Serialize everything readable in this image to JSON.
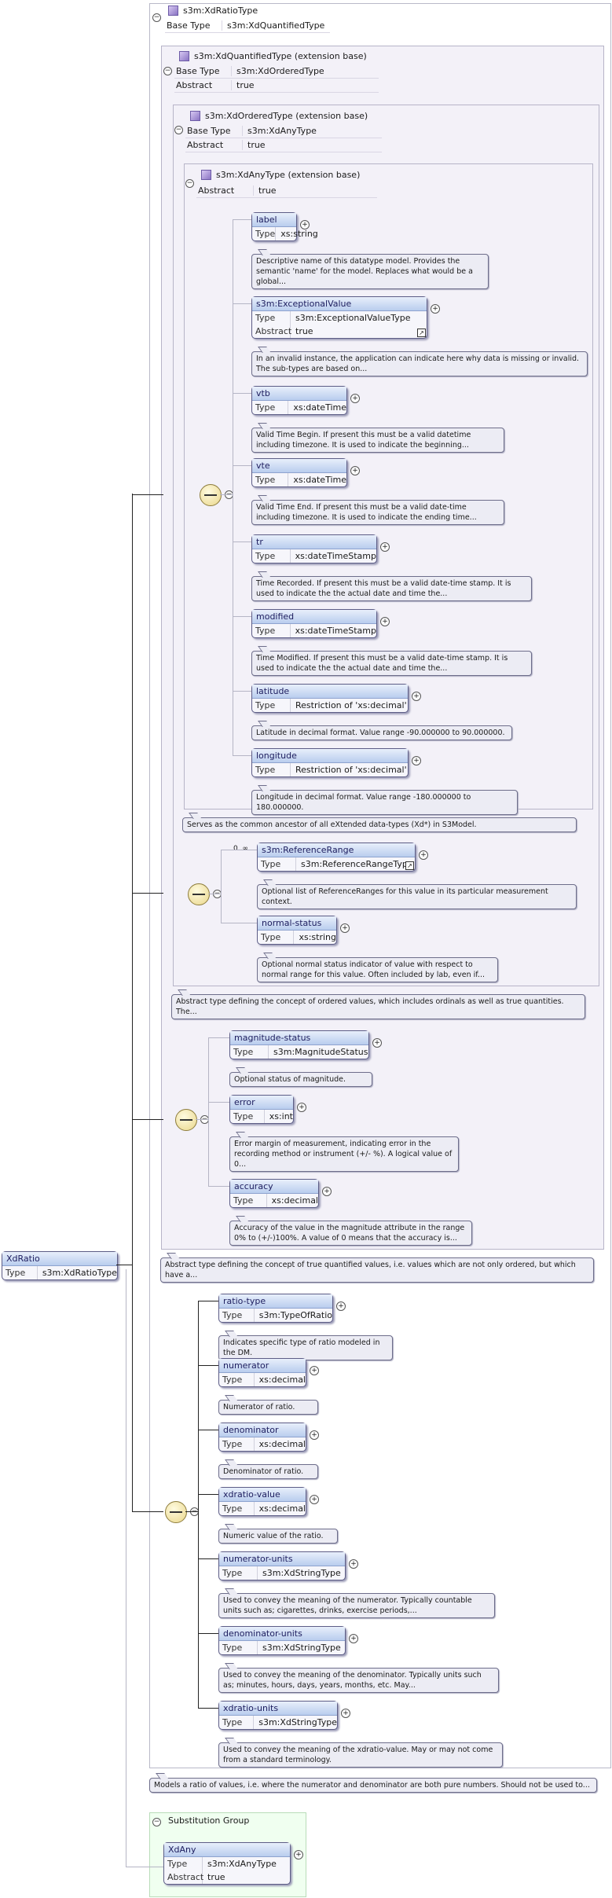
{
  "root": {
    "name": "XdRatio",
    "type_key": "Type",
    "type": "s3m:XdRatioType"
  },
  "ratio_type": {
    "title": "s3m:XdRatioType",
    "base_key": "Base Type",
    "base": "s3m:XdQuantifiedType",
    "note": "Models a ratio of values, i.e. where the numerator and denominator are both pure numbers. Should not be used to..."
  },
  "quantified": {
    "title": "s3m:XdQuantifiedType (extension base)",
    "base_key": "Base Type",
    "base": "s3m:XdOrderedType",
    "abstract_key": "Abstract",
    "abstract": "true",
    "note": "Abstract type defining the concept of true quantified values, i.e. values which are not only ordered, but which have a..."
  },
  "ordered": {
    "title": "s3m:XdOrderedType (extension base)",
    "base_key": "Base Type",
    "base": "s3m:XdAnyType",
    "abstract_key": "Abstract",
    "abstract": "true",
    "note": "Abstract type defining the concept of ordered values, which includes ordinals as well as true quantities. The..."
  },
  "anytype": {
    "title": "s3m:XdAnyType (extension base)",
    "abstract_key": "Abstract",
    "abstract": "true",
    "note": "Serves as the common ancestor of all eXtended data-types (Xd*) in S3Model."
  },
  "any_elements": [
    {
      "name": "label",
      "rows": [
        {
          "k": "Type",
          "v": "xs:string"
        }
      ],
      "note": "Descriptive name of this datatype model. Provides the semantic 'name' for the model. Replaces what would be a global..."
    },
    {
      "name": "s3m:ExceptionalValue",
      "rows": [
        {
          "k": "Type",
          "v": "s3m:ExceptionalValueType"
        },
        {
          "k": "Abstract",
          "v": "true"
        }
      ],
      "note": "In an invalid instance, the application can indicate here why data is missing or invalid. The sub-types are based on..."
    },
    {
      "name": "vtb",
      "rows": [
        {
          "k": "Type",
          "v": "xs:dateTime"
        }
      ],
      "note": "Valid Time Begin. If present this must be a valid datetime including timezone. It is used to indicate the beginning..."
    },
    {
      "name": "vte",
      "rows": [
        {
          "k": "Type",
          "v": "xs:dateTime"
        }
      ],
      "note": "Valid Time End. If present this must be a valid date-time including timezone. It is used to indicate the ending time..."
    },
    {
      "name": "tr",
      "rows": [
        {
          "k": "Type",
          "v": "xs:dateTimeStamp"
        }
      ],
      "note": "Time Recorded. If present this must be a valid date-time stamp. It is used to indicate the the actual date and time the..."
    },
    {
      "name": "modified",
      "rows": [
        {
          "k": "Type",
          "v": "xs:dateTimeStamp"
        }
      ],
      "note": "Time Modified. If present this must be a valid date-time stamp. It is used to indicate the the actual date and time the..."
    },
    {
      "name": "latitude",
      "rows": [
        {
          "k": "Type",
          "v": "Restriction of 'xs:decimal'"
        }
      ],
      "note": "Latitude in decimal format. Value range -90.000000 to 90.000000."
    },
    {
      "name": "longitude",
      "rows": [
        {
          "k": "Type",
          "v": "Restriction of 'xs:decimal'"
        }
      ],
      "note": "Longitude in decimal format. Value range -180.000000 to 180.000000."
    }
  ],
  "ordered_elements": [
    {
      "name": "s3m:ReferenceRange",
      "card": "0..∞",
      "rows": [
        {
          "k": "Type",
          "v": "s3m:ReferenceRangeType"
        }
      ],
      "note": "Optional list of ReferenceRanges for this value in its particular measurement context."
    },
    {
      "name": "normal-status",
      "rows": [
        {
          "k": "Type",
          "v": "xs:string"
        }
      ],
      "note": "Optional normal status indicator of value with respect to normal range for this value. Often included by lab, even if..."
    }
  ],
  "quantified_elements": [
    {
      "name": "magnitude-status",
      "rows": [
        {
          "k": "Type",
          "v": "s3m:MagnitudeStatus"
        }
      ],
      "note": "Optional status of magnitude."
    },
    {
      "name": "error",
      "rows": [
        {
          "k": "Type",
          "v": "xs:int"
        }
      ],
      "note": "Error margin of measurement, indicating error in the recording method or instrument (+/- %). A logical value of 0..."
    },
    {
      "name": "accuracy",
      "rows": [
        {
          "k": "Type",
          "v": "xs:decimal"
        }
      ],
      "note": "Accuracy of the value in the magnitude attribute in the range 0% to (+/-)100%. A value of 0 means that the accuracy is..."
    }
  ],
  "ratio_elements": [
    {
      "name": "ratio-type",
      "rows": [
        {
          "k": "Type",
          "v": "s3m:TypeOfRatio"
        }
      ],
      "note": "Indicates specific type of ratio modeled in the DM."
    },
    {
      "name": "numerator",
      "rows": [
        {
          "k": "Type",
          "v": "xs:decimal"
        }
      ],
      "note": "Numerator of ratio."
    },
    {
      "name": "denominator",
      "rows": [
        {
          "k": "Type",
          "v": "xs:decimal"
        }
      ],
      "note": "Denominator of ratio."
    },
    {
      "name": "xdratio-value",
      "rows": [
        {
          "k": "Type",
          "v": "xs:decimal"
        }
      ],
      "note": "Numeric value of the ratio."
    },
    {
      "name": "numerator-units",
      "rows": [
        {
          "k": "Type",
          "v": "s3m:XdStringType"
        }
      ],
      "note": "Used to convey the meaning of the numerator. Typically countable units such as; cigarettes, drinks, exercise periods,..."
    },
    {
      "name": "denominator-units",
      "rows": [
        {
          "k": "Type",
          "v": "s3m:XdStringType"
        }
      ],
      "note": "Used to convey the meaning of the denominator. Typically units such as; minutes, hours, days, years, months, etc. May..."
    },
    {
      "name": "xdratio-units",
      "rows": [
        {
          "k": "Type",
          "v": "s3m:XdStringType"
        }
      ],
      "note": "Used to convey the meaning of the xdratio-value. May or may not come from a standard terminology."
    }
  ],
  "substitution": {
    "title": "Substitution Group",
    "element": {
      "name": "XdAny",
      "rows": [
        {
          "k": "Type",
          "v": "s3m:XdAnyType"
        },
        {
          "k": "Abstract",
          "v": "true"
        }
      ]
    }
  }
}
